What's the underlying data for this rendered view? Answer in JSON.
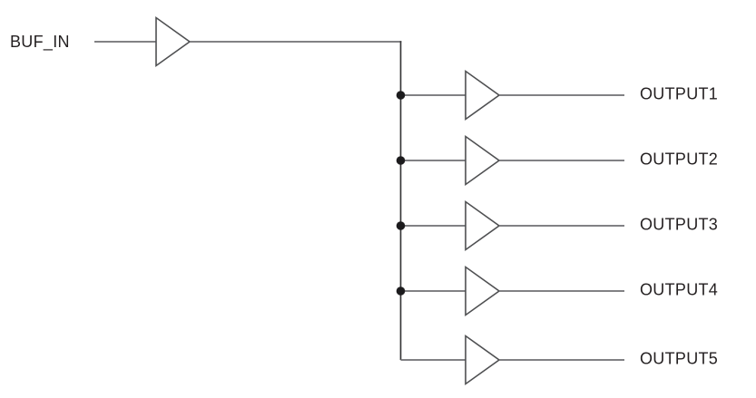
{
  "diagram": {
    "type": "schematic-buffer-fanout",
    "input_label": "BUF_IN",
    "outputs": [
      {
        "label": "OUTPUT1"
      },
      {
        "label": "OUTPUT2"
      },
      {
        "label": "OUTPUT3"
      },
      {
        "label": "OUTPUT4"
      },
      {
        "label": "OUTPUT5"
      }
    ],
    "colors": {
      "background": "#ffffff",
      "wire": "#6f6f72",
      "bus": "#39393b",
      "outline": "#4f5052",
      "junction_dot": "#1c1b1d",
      "text": "#231f20"
    }
  }
}
